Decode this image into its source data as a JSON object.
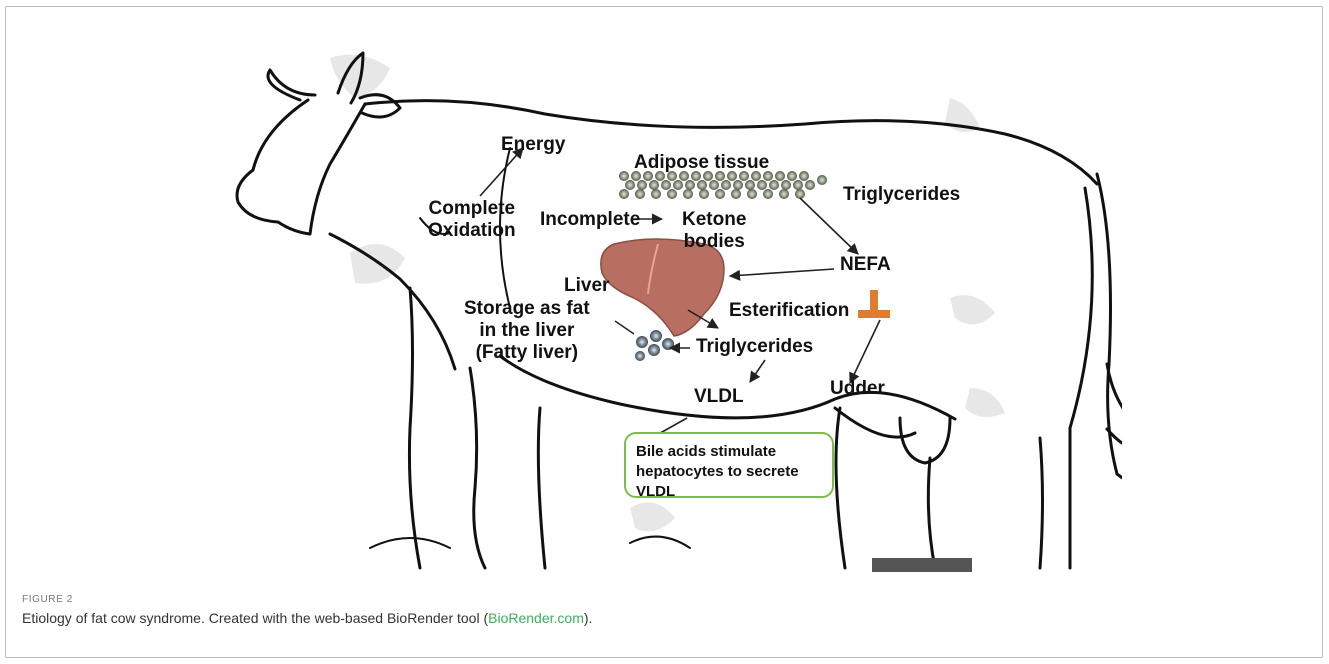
{
  "figure": {
    "label": "FIGURE 2",
    "caption_prefix": "Etiology of fat cow syndrome. Created with the web-based BioRender tool (",
    "caption_link": "BioRender.com",
    "caption_suffix": ")."
  },
  "diagram": {
    "energy": "Energy",
    "adipose_tissue": "Adipose tissue",
    "triglycerides_body": "Triglycerides",
    "complete_oxidation": "Complete\nOxidation",
    "incomplete": "Incomplete",
    "ketone_bodies": "Ketone\nbodies",
    "nefa": "NEFA",
    "liver": "Liver",
    "storage": "Storage as fat\nin the liver\n(Fatty liver)",
    "esterification": "Esterification",
    "triglycerides_liver": "Triglycerides",
    "vldl": "VLDL",
    "udder": "Udder",
    "bile_box": "Bile acids stimulate\nhepatocytes to secrete\nVLDL"
  },
  "colors": {
    "box_border": "#7cbc4d",
    "liver": "#b86e60",
    "inhibitor": "#e07b30",
    "link": "#3fae5a"
  }
}
